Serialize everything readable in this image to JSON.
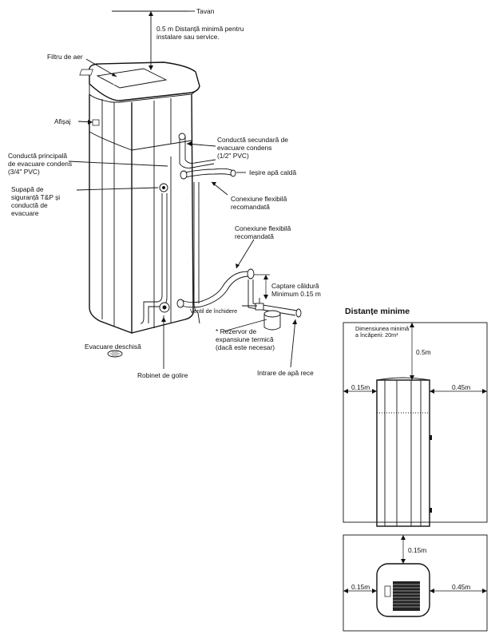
{
  "labels": {
    "ceiling": "Tavan",
    "min_distance": "0.5 m Distanță minimă pentru\ninstalare sau service.",
    "air_filter": "Filtru de aer",
    "display": "Afișaj",
    "main_condensate": "Conductă principală\nde evacuare condens\n(3/4\" PVC)",
    "secondary_condensate": "Conductă secundară de\nevacuare condens\n(1/2\" PVC)",
    "hot_water_out": "Ieșire apă caldă",
    "flex_connection_1": "Conexiune flexibilă\nrecomandată",
    "flex_connection_2": "Conexiune flexibilă\nrecomandată",
    "tp_valve": "Supapă de\nsiguranță T&P și\nconductă de\nevacuare",
    "heat_trap": "Captare căldură\nMinimum 0.15 m",
    "shutoff_valve": "Ventil de închidere",
    "expansion_tank": "* Rezervor de\nexpansiune termică\n(dacă este necesar)",
    "open_drain": "Evacuare deschisă",
    "drain_valve": "Robinet de golire",
    "cold_water_in": "Intrare de apă rece"
  },
  "clearances": {
    "title": "Distanțe minime",
    "room_size": "Dimensiunea minimă\na încăperii: 20m³",
    "front_top": "0.5m",
    "front_left": "0.15m",
    "front_right": "0.45m",
    "top_top": "0.15m",
    "top_left": "0.15m",
    "top_right": "0.45m"
  }
}
